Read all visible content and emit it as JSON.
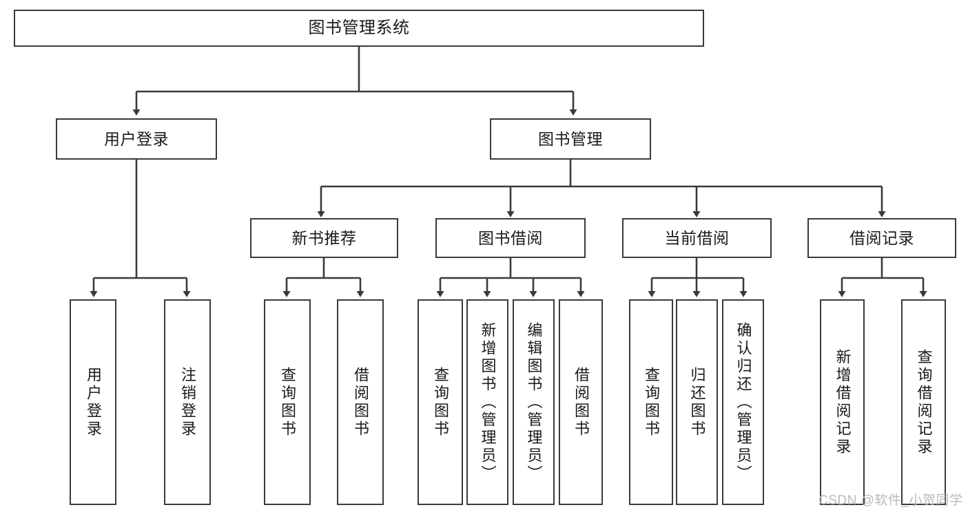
{
  "diagram": {
    "title": "图书管理系统",
    "type": "tree-hierarchy",
    "root": {
      "label": "图书管理系统"
    },
    "level2": [
      {
        "label": "用户登录"
      },
      {
        "label": "图书管理"
      }
    ],
    "level3": [
      {
        "label": "新书推荐"
      },
      {
        "label": "图书借阅"
      },
      {
        "label": "当前借阅"
      },
      {
        "label": "借阅记录"
      }
    ],
    "leaves": {
      "user_login": [
        {
          "label": "用户登录"
        },
        {
          "label": "注销登录"
        }
      ],
      "new_book_recommend": [
        {
          "label": "查询图书"
        },
        {
          "label": "借阅图书"
        }
      ],
      "book_borrow": [
        {
          "label": "查询图书"
        },
        {
          "label": "新增图书（管理员）"
        },
        {
          "label": "编辑图书（管理员）"
        },
        {
          "label": "借阅图书"
        }
      ],
      "current_borrow": [
        {
          "label": "查询图书"
        },
        {
          "label": "归还图书"
        },
        {
          "label": "确认归还（管理员）"
        }
      ],
      "borrow_record": [
        {
          "label": "新增借阅记录"
        },
        {
          "label": "查询借阅记录"
        }
      ]
    }
  },
  "watermark": {
    "text": "CSDN @软件_小贺同学"
  },
  "colors": {
    "box_border": "#3a3a3a",
    "connector": "#3a3a3a",
    "text": "#1a1a1a",
    "background": "#ffffff",
    "watermark": "#b9b9b9"
  }
}
